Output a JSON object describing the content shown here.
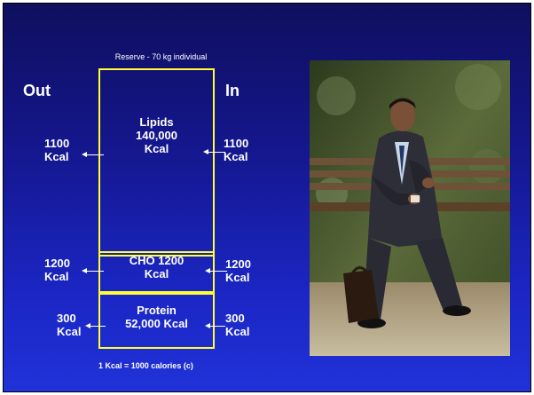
{
  "slide": {
    "reserve_label": "Reserve - 70 kg individual",
    "out_label": "Out",
    "in_label": "In",
    "compartments": [
      {
        "name": "Lipids",
        "text": "Lipids\n140,000\nKcal",
        "out": "1100\nKcal",
        "in": "1100\nKcal"
      },
      {
        "name": "CHO",
        "text": "CHO 1200\nKcal",
        "out": "1200\nKcal",
        "in": "1200\nKcal"
      },
      {
        "name": "Protein",
        "text": "Protein\n52,000 Kcal",
        "out": "300\nKcal",
        "in": "300\nKcal"
      }
    ],
    "footnote": "1 Kcal = 1000 calories (c)",
    "colors": {
      "background": "#1b26c4",
      "box_border": "#ffff33",
      "text": "#ffffff"
    },
    "photo_icon": "businessman-on-bench-photo"
  }
}
